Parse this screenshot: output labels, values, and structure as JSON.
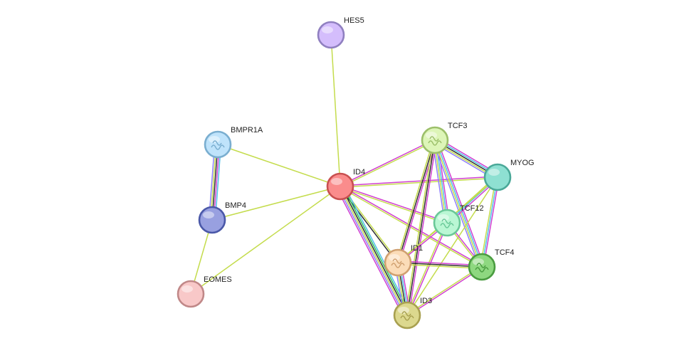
{
  "network": {
    "nodes": [
      {
        "id": "HES5",
        "label": "HES5",
        "fill": "#d4bdfc",
        "stroke": "#9080c0"
      },
      {
        "id": "BMPR1A",
        "label": "BMPR1A",
        "fill": "#bfe3fb",
        "stroke": "#7aaed0",
        "structure": true
      },
      {
        "id": "BMP4",
        "label": "BMP4",
        "fill": "#98a0e0",
        "stroke": "#4a58a8"
      },
      {
        "id": "EOMES",
        "label": "EOMES",
        "fill": "#f8c8c8",
        "stroke": "#c08888"
      },
      {
        "id": "ID4",
        "label": "ID4",
        "fill": "#fa8c8c",
        "stroke": "#c85050"
      },
      {
        "id": "TCF3",
        "label": "TCF3",
        "fill": "#ddf5b8",
        "stroke": "#9cbf6a",
        "structure": true
      },
      {
        "id": "MYOG",
        "label": "MYOG",
        "fill": "#8ee0d2",
        "stroke": "#4aa898"
      },
      {
        "id": "TCF12",
        "label": "TCF12",
        "fill": "#baf7d4",
        "stroke": "#6ac898",
        "structure": true
      },
      {
        "id": "ID1",
        "label": "ID1",
        "fill": "#fbdcb8",
        "stroke": "#d0a070",
        "structure": true
      },
      {
        "id": "TCF4",
        "label": "TCF4",
        "fill": "#8ed880",
        "stroke": "#4a9c40",
        "structure": true
      },
      {
        "id": "ID3",
        "label": "ID3",
        "fill": "#dcd88e",
        "stroke": "#a8a050",
        "structure": true
      }
    ],
    "edges": [
      {
        "source": "HES5",
        "target": "ID4",
        "evidence": [
          "textmining"
        ]
      },
      {
        "source": "BMPR1A",
        "target": "ID4",
        "evidence": [
          "textmining"
        ]
      },
      {
        "source": "BMP4",
        "target": "ID4",
        "evidence": [
          "textmining"
        ]
      },
      {
        "source": "EOMES",
        "target": "ID4",
        "evidence": [
          "textmining"
        ]
      },
      {
        "source": "BMPR1A",
        "target": "BMP4",
        "evidence": [
          "database",
          "experiments",
          "coexpression",
          "textmining",
          "homology"
        ]
      },
      {
        "source": "BMP4",
        "target": "EOMES",
        "evidence": [
          "textmining"
        ]
      },
      {
        "source": "ID4",
        "target": "TCF3",
        "evidence": [
          "experiments",
          "textmining"
        ]
      },
      {
        "source": "ID4",
        "target": "MYOG",
        "evidence": [
          "experiments",
          "textmining"
        ]
      },
      {
        "source": "ID4",
        "target": "TCF12",
        "evidence": [
          "experiments",
          "textmining"
        ]
      },
      {
        "source": "ID4",
        "target": "ID1",
        "evidence": [
          "textmining",
          "coexpression"
        ]
      },
      {
        "source": "ID4",
        "target": "TCF4",
        "evidence": [
          "experiments",
          "textmining"
        ]
      },
      {
        "source": "ID4",
        "target": "ID3",
        "evidence": [
          "database",
          "neighborhood",
          "coexpression",
          "textmining",
          "homology",
          "experiments"
        ]
      },
      {
        "source": "TCF3",
        "target": "MYOG",
        "evidence": [
          "experiments",
          "database",
          "coexpression",
          "textmining",
          "homology"
        ]
      },
      {
        "source": "TCF3",
        "target": "TCF12",
        "evidence": [
          "experiments",
          "database",
          "textmining",
          "homology"
        ]
      },
      {
        "source": "TCF3",
        "target": "ID1",
        "evidence": [
          "experiments",
          "coexpression",
          "textmining"
        ]
      },
      {
        "source": "TCF3",
        "target": "TCF4",
        "evidence": [
          "experiments",
          "database",
          "textmining",
          "homology"
        ]
      },
      {
        "source": "TCF3",
        "target": "ID3",
        "evidence": [
          "experiments",
          "coexpression",
          "textmining"
        ]
      },
      {
        "source": "MYOG",
        "target": "TCF12",
        "evidence": [
          "experiments",
          "database",
          "textmining"
        ]
      },
      {
        "source": "MYOG",
        "target": "TCF4",
        "evidence": [
          "experiments",
          "database",
          "textmining"
        ]
      },
      {
        "source": "MYOG",
        "target": "ID1",
        "evidence": [
          "textmining"
        ]
      },
      {
        "source": "MYOG",
        "target": "ID3",
        "evidence": [
          "textmining"
        ]
      },
      {
        "source": "TCF12",
        "target": "TCF4",
        "evidence": [
          "experiments",
          "textmining"
        ]
      },
      {
        "source": "TCF12",
        "target": "ID1",
        "evidence": [
          "experiments",
          "textmining"
        ]
      },
      {
        "source": "TCF12",
        "target": "ID3",
        "evidence": [
          "experiments",
          "textmining"
        ]
      },
      {
        "source": "ID1",
        "target": "TCF4",
        "evidence": [
          "experiments",
          "coexpression",
          "textmining"
        ]
      },
      {
        "source": "ID1",
        "target": "ID3",
        "evidence": [
          "experiments",
          "database",
          "coexpression",
          "textmining",
          "homology"
        ]
      },
      {
        "source": "TCF4",
        "target": "ID3",
        "evidence": [
          "experiments",
          "textmining"
        ]
      }
    ],
    "evidence_colors": {
      "textmining": "#c4dc4c",
      "experiments": "#d040d0",
      "database": "#50c0e8",
      "coexpression": "#303030",
      "homology": "#9080ff",
      "neighborhood": "#30c060"
    }
  }
}
